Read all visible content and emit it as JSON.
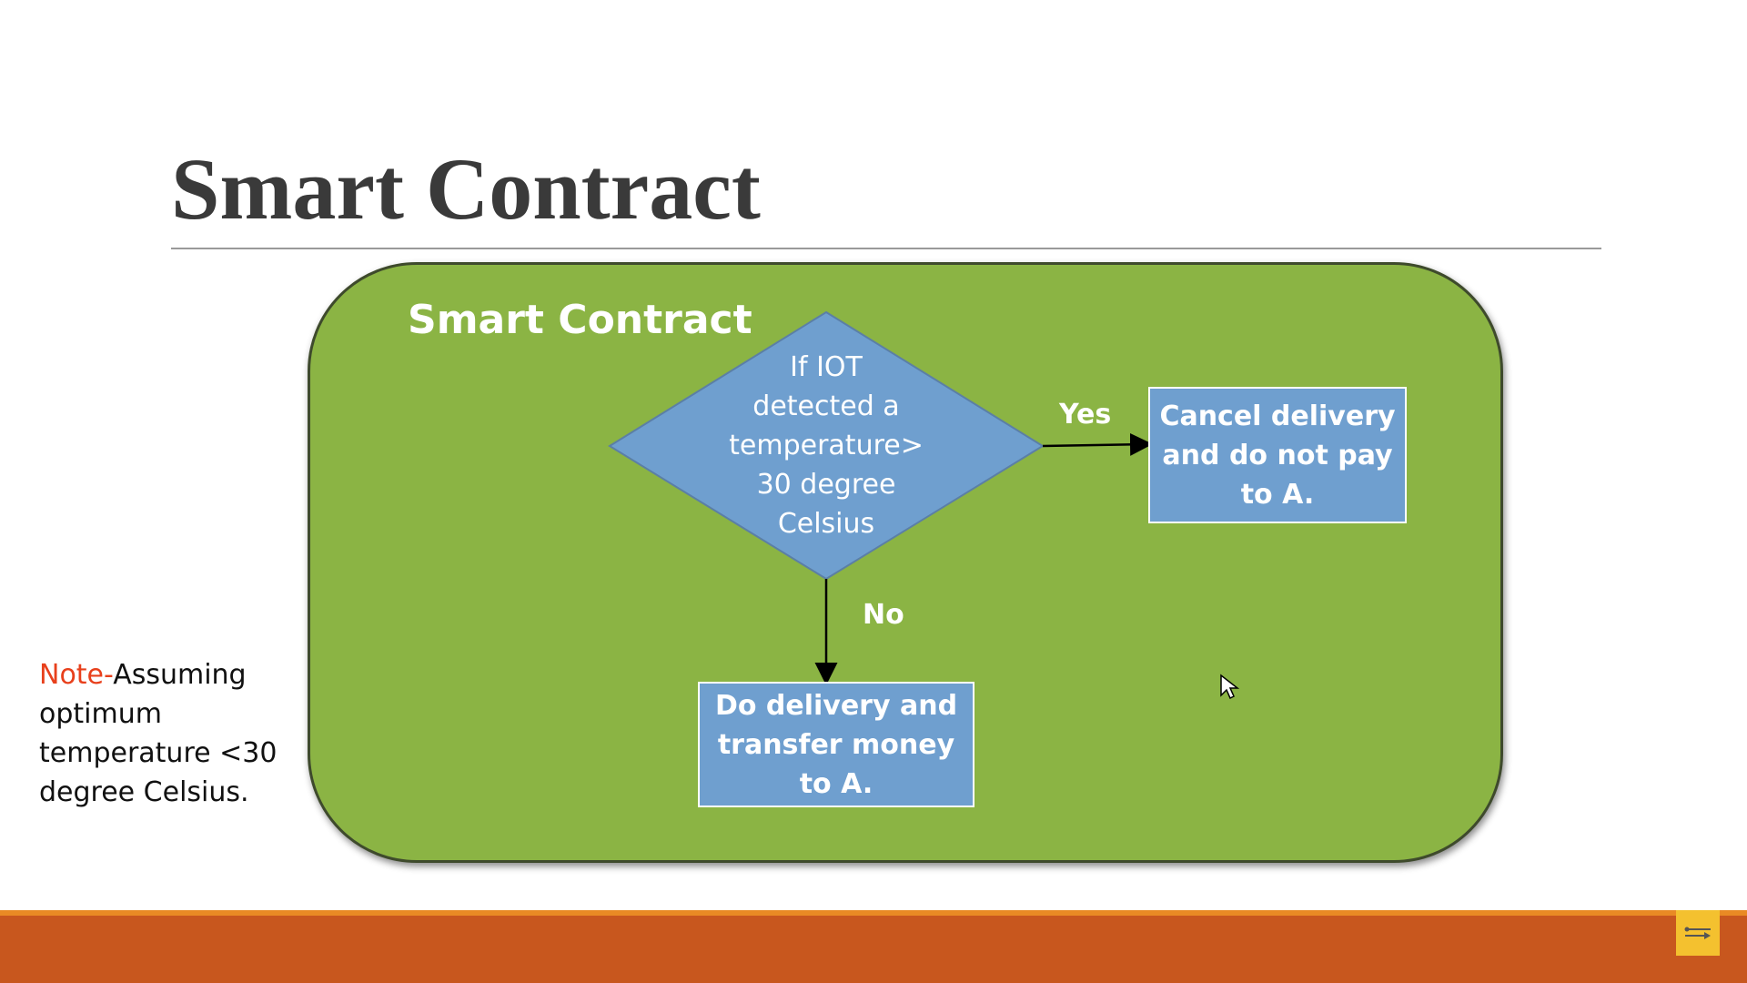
{
  "slide": {
    "title": "Smart Contract"
  },
  "panel": {
    "title": "Smart Contract"
  },
  "flow": {
    "decision": "If IOT\ndetected a\ntemperature>\n30 degree\nCelsius",
    "yes_label": "Yes",
    "no_label": "No",
    "yes_action": "Cancel delivery and do not pay to A.",
    "no_action": "Do delivery and transfer money to A."
  },
  "note": {
    "prefix": "Note-",
    "text": "Assuming optimum temperature <30 degree Celsius."
  },
  "footer": {
    "icon": "pen-tool-icon"
  },
  "colors": {
    "panel": "#8bb444",
    "node": "#6f9fcf",
    "footer": "#c8571e",
    "note_prefix": "#e8401c"
  }
}
